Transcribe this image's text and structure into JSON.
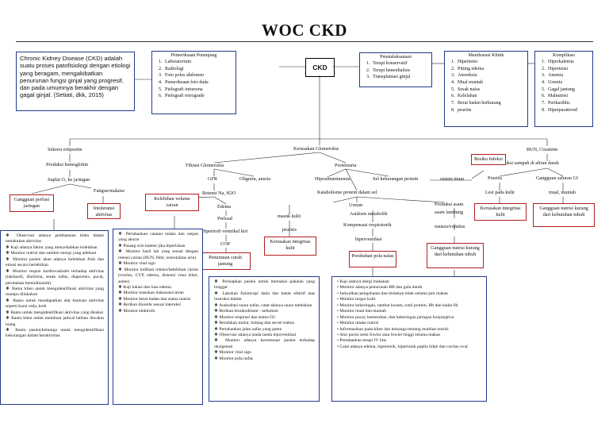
{
  "title": "WOC CKD",
  "definition": "Chronic Kidney Disease (CKD) adalah suatu proses patofisiologi dengan etiologi yang beragam, mengakibatkan penurunan fungsi ginjal yang progresif, dan pada umumnya berakhir dengan gagal ginjal. (Setiati, dkk, 2015)",
  "center": "CKD",
  "pemeriksaan": {
    "title": "Pemeriksaan Penunjang",
    "items": [
      "Laboratorium",
      "Radiologi",
      "Foto polos abdomen",
      "Pemeriksaan foto dada",
      "Pielografi intravena",
      "Pielografi retrograde"
    ]
  },
  "penatalaksanaan": {
    "title": "Penatalaksanaan",
    "items": [
      "Terapi konservatif",
      "Terapi hemodialisis",
      "Transplantasi ginjal"
    ]
  },
  "manifestasi": {
    "title": "Manifestasi Klinik",
    "items": [
      "Hipertensi",
      "Pitting edema",
      "Anoreksia",
      "Mual muntah",
      "Sesak nafas",
      "Kelelahan",
      "Berat badan berkurang",
      "pruritis"
    ]
  },
  "komplikasi": {
    "title": "Komplikasi",
    "items": [
      "Hiperkalemia",
      "Hipertensi",
      "Anemia",
      "Uremia",
      "Gagal jantung",
      "Malnutrisi",
      "Perikarditis",
      "Hiperparatiroid"
    ]
  },
  "labels": {
    "sekresi": "Sekresi eritpoetin",
    "produksi_hb": "Produksi hemoglobin",
    "suplai": "Suplai O₂ ke jaringan",
    "fatigue": "Fatigue/malaise",
    "kerusakan": "Kerusakan Glomerulus",
    "filtrasi": "Filtrasi Glomerulus",
    "gfr": "GFR",
    "oliguria": "Oliguria, anuria",
    "retensi": "Retensi Na, H2O",
    "edema": "Edema",
    "preload": "Preload",
    "hipertrofi": "Hipertrofi ventrikel kiri",
    "cop": "COP",
    "proteinuria": "Proteinuria",
    "hipoalbumin": "Hipoalbuminemia",
    "sel_kekurangan": "Sel kekurangan protein",
    "sistem_imun": "sistem imun",
    "katabolisme": "Katabolisme protein dalam sel",
    "ureum": "Ureum",
    "masuk_kulit": "masuk kulit",
    "pruritis": "pruritis",
    "asidosis": "Asidosis metabolik",
    "kompensasi": "Kompensasi respiratorik",
    "hiperventilasi": "hiperventilasi",
    "produksi_asam": "Produksi asam",
    "asam_lambung": "asam lambung",
    "nausea": "nausea/vomitus",
    "bun": "BUN, Creatinin",
    "produksi_sampah": "Produksi sampah di aliran darah",
    "pruritis2": "Pruritis",
    "gangguan_gi": "Gangguan saluran GI",
    "lesi": "Lesi pada kulit",
    "mual": "mual, muntah"
  },
  "diagnoses": {
    "perfusi": "Gangguan perfusi jaringan",
    "intoleransi": "Intoleransi aktivitas",
    "volume": "Kelebihan volume cairan",
    "curah": "Penurunan curah jantung",
    "integritas1": "Kerusakan integritas kulit",
    "pola_nafas": "Perubahan pola nafas",
    "nutrisi1": "Gangguan nutrisi kurang dari kebutuhan tubuh",
    "infeksi": "Resiko Infeksi",
    "integritas2": "Kerusakan integritas kulit",
    "nutrisi2": "Gangguan nutrisi kurang dari kebutuhan tubuh"
  },
  "notes": {
    "n1": [
      "Observasi adanya pembatasan klien dalam melakukan aktivitas",
      "Kaji adanya faktor yang menyebabkan kelelahan",
      "Monitor nutrisi dan sumber energi yang adekuat",
      "Monitor pasien akan adanya kelelahan fisik dan emosi secara berlebihan",
      "Monitor respon kardiovaskuler terhadap aktivitas (takikardi, disritmia, sesak nafas, diaporesis, pucat, perubahan hemodinamik)",
      "Bantu klien untuk mengidentifikasi aktivitas yang mampu dilakukan",
      "Bantu untuk mendapatkan alat bantuan aktivitas seperti kursi roda, krek",
      "Bantu untuk mengidentifikasi aktivitas yang disukai",
      "Bantu klien untuk membuat jadwal latihan diwaktu luang",
      "Bantu pasien/keluarga untuk mengidentifikasi kekurangan dalam beraktivitas"
    ],
    "n2": [
      "Pertahankan catatan intake dan output yang akurat",
      "Pasang urin kateter jika diperlukan",
      "Monitor hasil lab yang sesuai dengan retensi cairan (BUN, Hmt, osmolalitas urin)",
      "Monitor vital sign",
      "Monitor indikasi retensi/kelebihan cairan (cracles, CVP, edema, distensi vena leher, asites)",
      "Kaji lokasi dan luas edema",
      "Monitor masukan makanan/cairan",
      "Monitor berat badan dan status nutrisi",
      "Berikan diuretik sesuai interuksi",
      "Monitor elektrolit"
    ],
    "n3": [
      "Persiapkan pasien untuk memakai pakaian yang longgar",
      "Lakukan fisioterapi dada dan batuk efektif atas instruksi dokter",
      "Auskultasi suara nafas, catat adanya suara tambahan",
      "Berikan bronkodilator : nebulizer",
      "Monitor respirasi dan status O2",
      "Bersihkan mulut, hidung dan secret trakea",
      "Pertahankan jalan nafas yang paten",
      "Observasi adanya tanda tanda hipoventilasi",
      "Monitor adanya kecemasan pasien terhadap oksigenasi",
      "Monitor vital sign",
      "Monitor pola nafas"
    ],
    "n4": [
      "Kaji adanya alergi makanan",
      "Monitor adanya penurunan BB dan gula darah",
      "Jadwalkan pengobatan dan tindakan tidak selama jam makan",
      "Monitor turgor kulit",
      "Monitor kekeringan, rambut kusam, total protein, Hb dan kadar Ht",
      "Monitor mual dan muntah",
      "Monitor pucat, kemerahan, dan kekeringan jaringan konjungtiva",
      "Monitor intake nutrisi",
      "Informasikan pada klien dan keluarga tentang manfaat nutrisi",
      "Atur posisi semi fowler atau fowler tinggi selama makan",
      "Pertahankan terapi IV line",
      "Catat adanya edema, hiperemik, hipertonik papila lidah dan cavitas oval"
    ]
  }
}
